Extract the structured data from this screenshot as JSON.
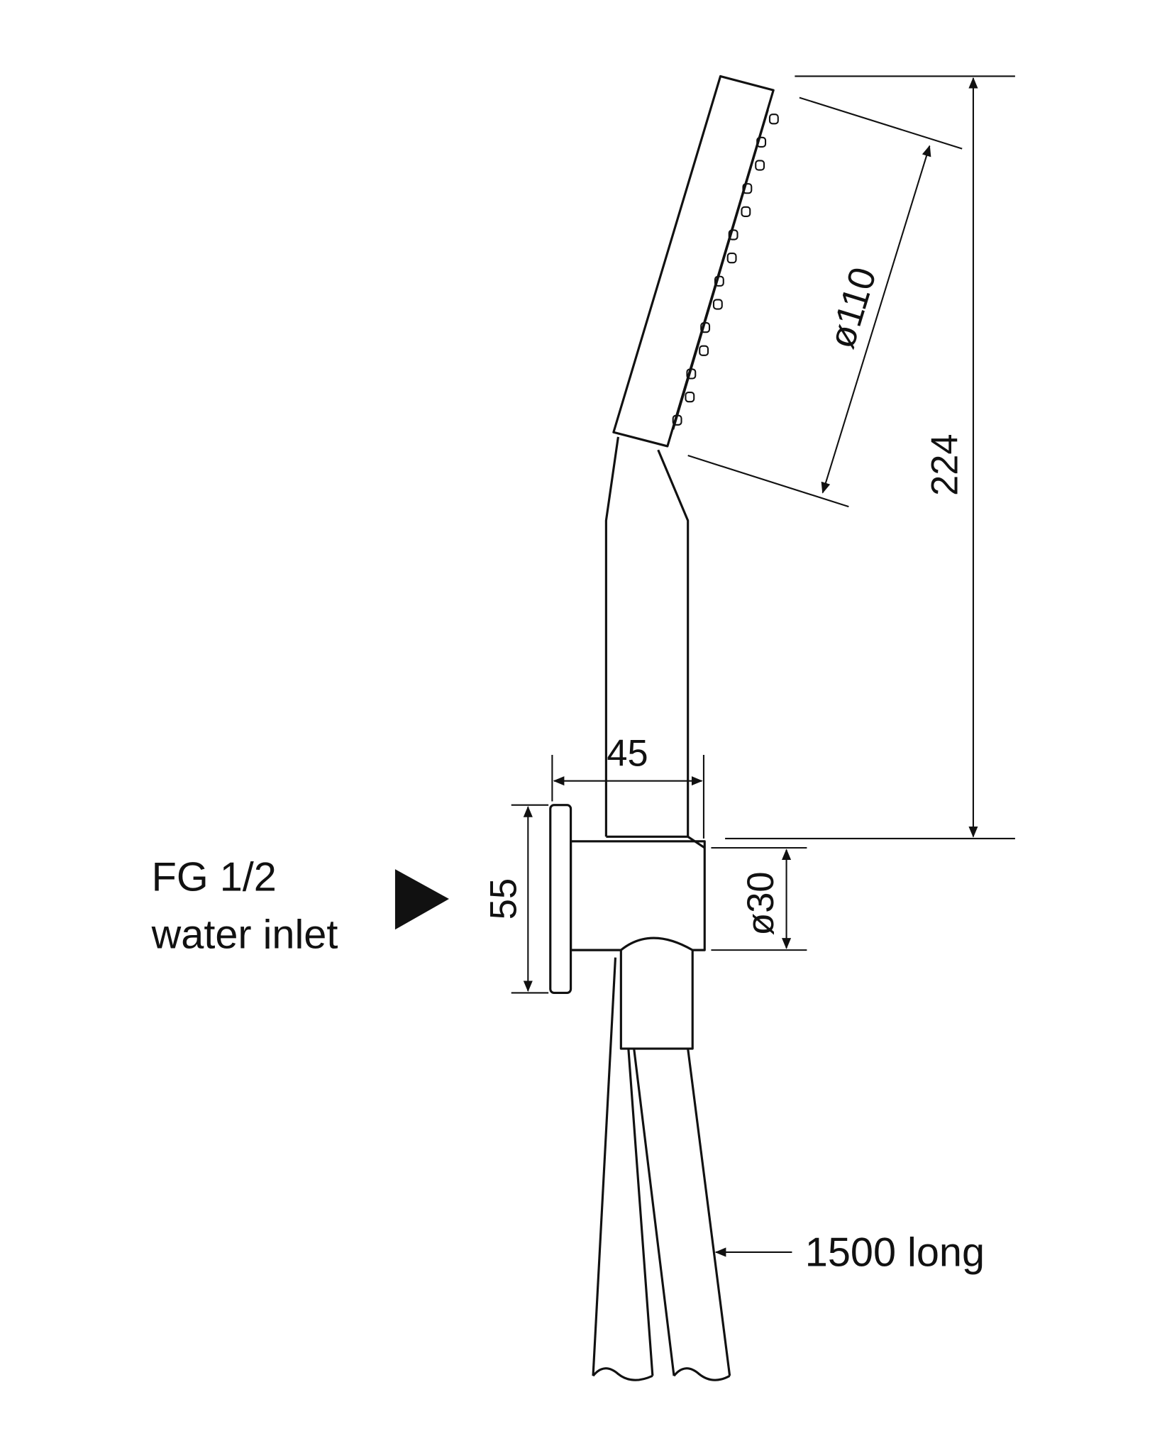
{
  "labels": {
    "inlet_line1": "FG 1/2",
    "inlet_line2": "water inlet",
    "hose_length": "1500 long"
  },
  "dimensions": {
    "total_height": "224",
    "head_diameter": "ø110",
    "holder_depth": "45",
    "plate_height": "55",
    "holder_diameter": "ø30"
  },
  "colors": {
    "line": "#111111",
    "background": "#ffffff"
  }
}
